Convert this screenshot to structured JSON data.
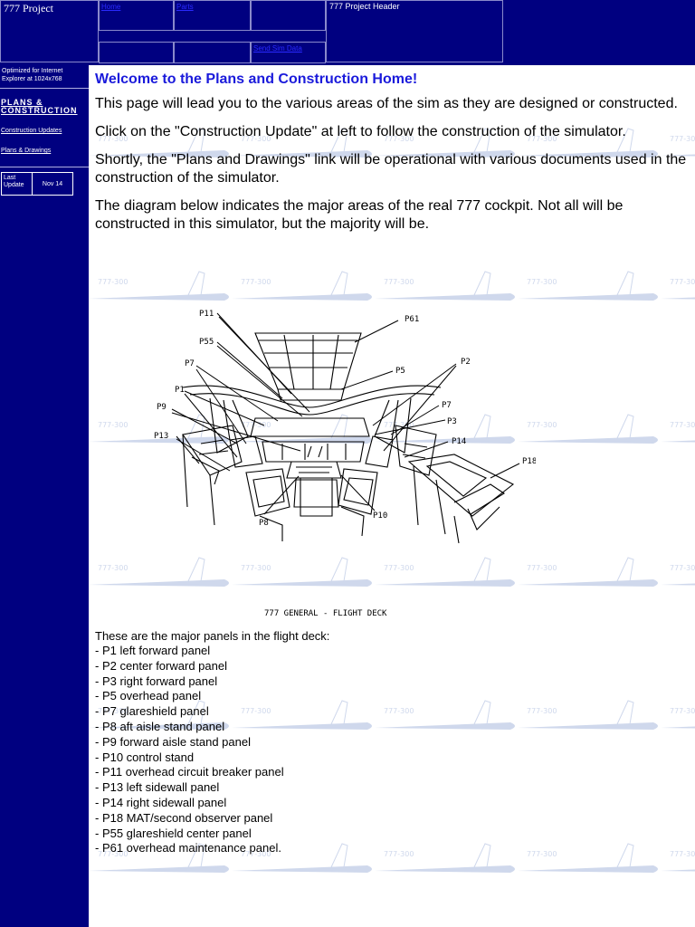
{
  "header": {
    "project_title": "777 Project",
    "links": [
      "Home",
      "Parts",
      "Send Sim Data"
    ],
    "right_title": "777 Project Header"
  },
  "sidebar": {
    "optimized": "Optimized for Internet Explorer at 1024x768",
    "section_title": "PLANS & CONSTRUCTION",
    "links": [
      "Construction Updates",
      "Plans & Drawings"
    ],
    "last_update_label": "Last Update",
    "last_update_value": "Nov 14"
  },
  "watermark": {
    "text": "777-300",
    "color": "#cfd8ec"
  },
  "main": {
    "welcome": "Welcome to the Plans and Construction Home!",
    "paragraphs": [
      "This page will lead you to the various areas of the sim as they are designed or constructed.",
      "Click on the \"Construction Update\" at left to follow the construction of the simulator.",
      "Shortly, the \"Plans and Drawings\" link will be operational with various documents used in the construction of the simulator.",
      "The diagram below indicates the major areas of the real 777 cockpit. Not all will be constructed in this simulator, but the majority will be."
    ],
    "panels_intro": "These are the major panels in the flight deck:",
    "panels": [
      "- P1 left forward panel",
      "- P2 center forward panel",
      "- P3 right forward panel",
      "- P5 overhead panel",
      "- P7 glareshield panel",
      "- P8 aft aisle stand panel",
      "- P9 forward aisle stand panel",
      "- P10 control stand",
      "- P11 overhead circuit breaker panel",
      "- P13 left sidewall panel",
      "- P14 right sidewall panel",
      "- P18 MAT/second observer panel",
      "- P55 glareshield center panel",
      "- P61 overhead maintenance panel."
    ]
  },
  "diagram": {
    "caption": "777 GENERAL - FLIGHT DECK",
    "labels": {
      "p11": "P11",
      "p61": "P61",
      "p55": "P55",
      "p7_left": "P7",
      "p5": "P5",
      "p2": "P2",
      "p1": "P1",
      "p9": "P9",
      "p7_right": "P7",
      "p3": "P3",
      "p13": "P13",
      "p14": "P14",
      "p18": "P18",
      "p8": "P8",
      "p10": "P10"
    }
  },
  "colors": {
    "navy": "#000080",
    "link_blue": "#2a2aff",
    "heading_blue": "#1a1adb"
  }
}
